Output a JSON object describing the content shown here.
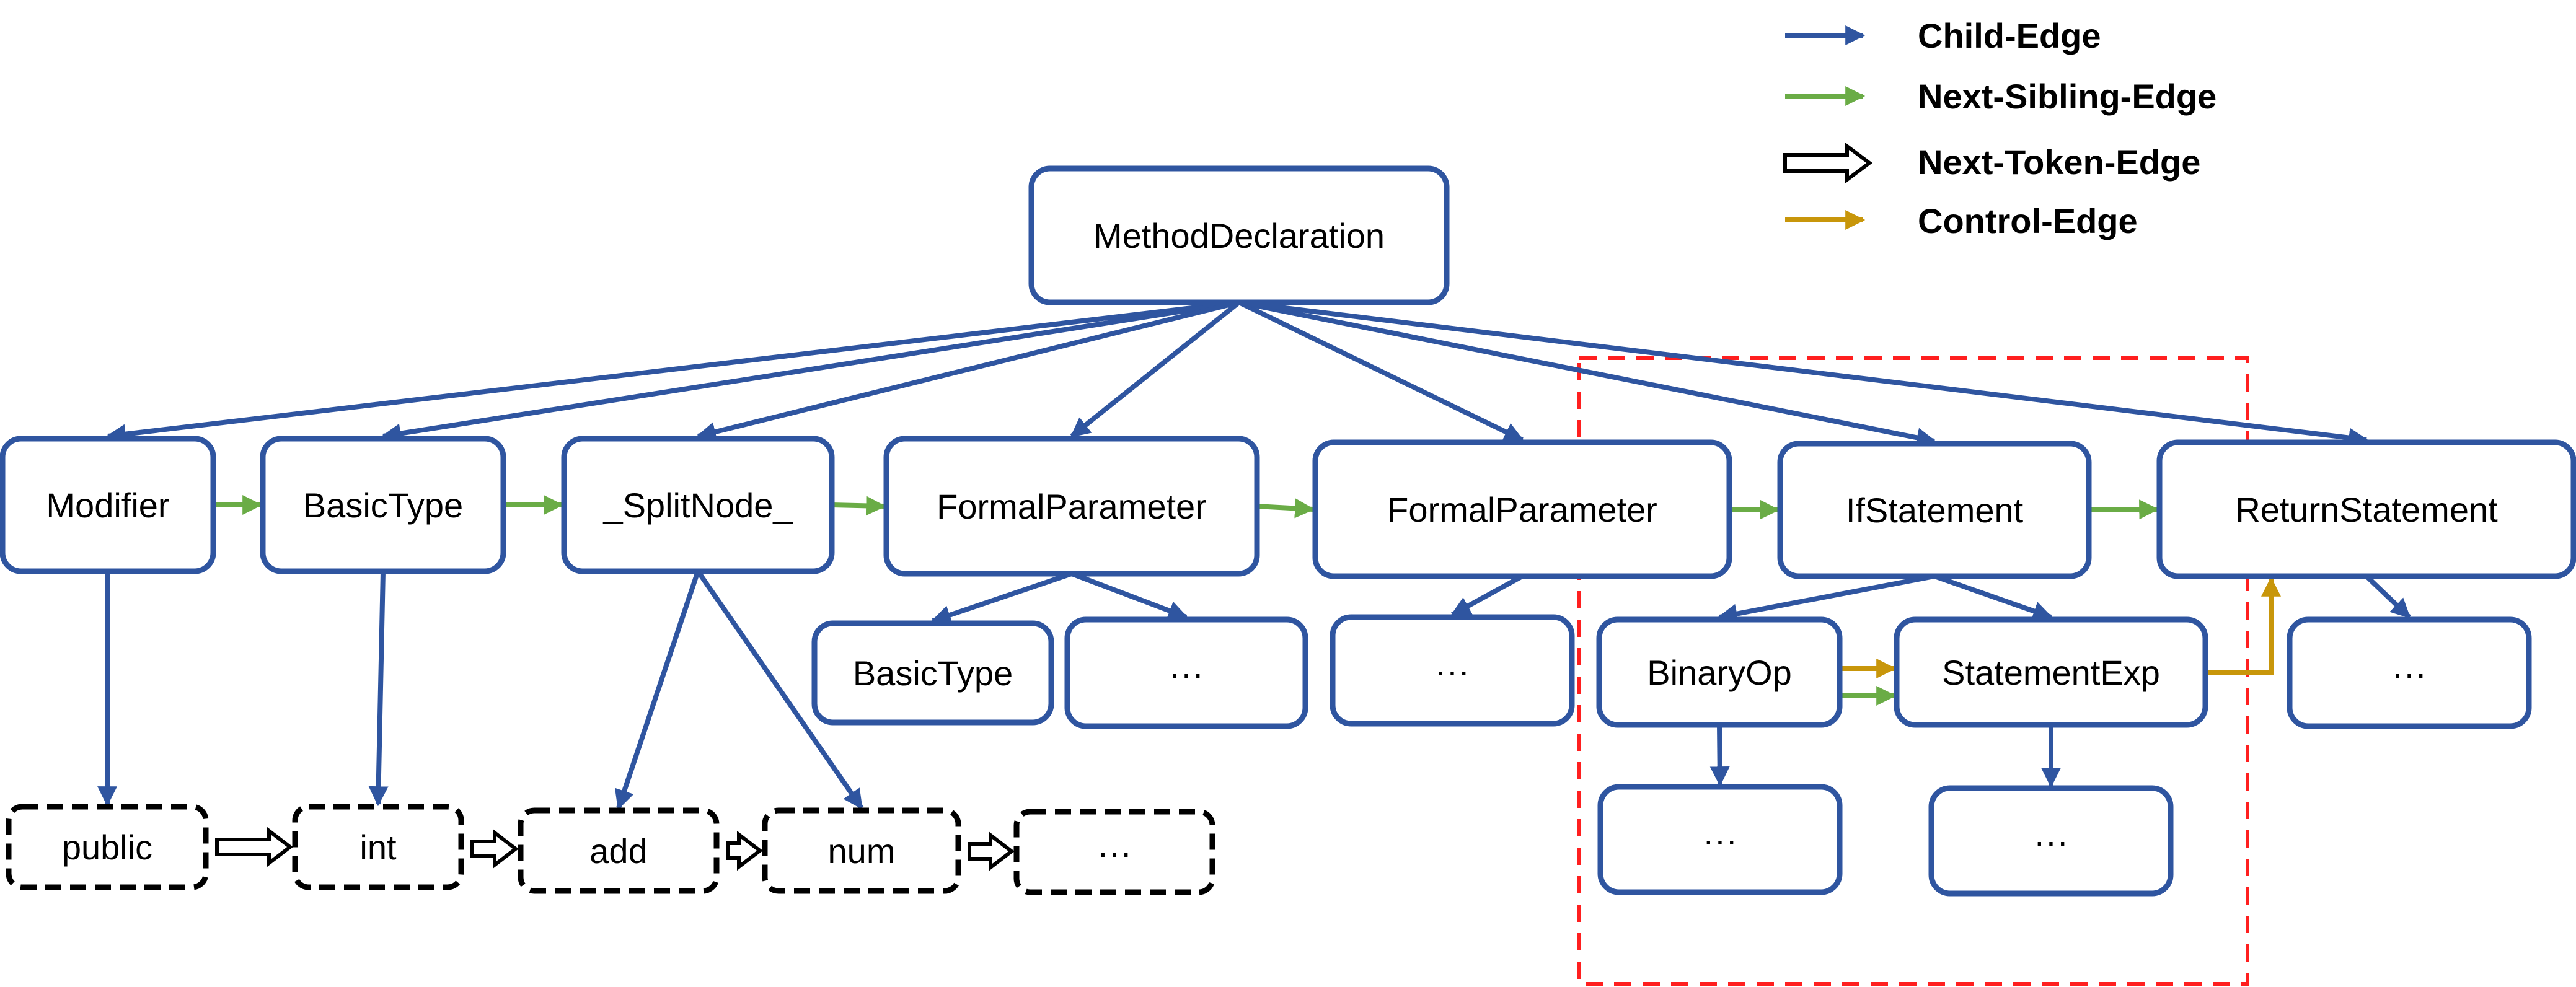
{
  "colors": {
    "child_edge": "#2f55a0",
    "next_sibling_edge": "#6aac46",
    "next_token_edge": "#000000",
    "control_edge": "#c8960a",
    "node_border": "#2f55a0",
    "token_border": "#000000",
    "highlight_box": "#ff1f1f"
  },
  "legend": [
    {
      "key": "child",
      "label": "Child-Edge"
    },
    {
      "key": "next_sibling",
      "label": "Next-Sibling-Edge"
    },
    {
      "key": "next_token",
      "label": "Next-Token-Edge"
    },
    {
      "key": "control",
      "label": "Control-Edge"
    }
  ],
  "nodes": [
    {
      "id": "method-declaration",
      "label": "MethodDeclaration",
      "kind": "ast"
    },
    {
      "id": "modifier",
      "label": "Modifier",
      "kind": "ast"
    },
    {
      "id": "basic-type",
      "label": "BasicType",
      "kind": "ast"
    },
    {
      "id": "split-node",
      "label": "_SplitNode_",
      "kind": "ast"
    },
    {
      "id": "formal-parameter-1",
      "label": "FormalParameter",
      "kind": "ast"
    },
    {
      "id": "formal-parameter-2",
      "label": "FormalParameter",
      "kind": "ast"
    },
    {
      "id": "if-statement",
      "label": "IfStatement",
      "kind": "ast"
    },
    {
      "id": "return-statement",
      "label": "ReturnStatement",
      "kind": "ast"
    },
    {
      "id": "fp1-basic-type",
      "label": "BasicType",
      "kind": "ast"
    },
    {
      "id": "fp1-ellipsis",
      "label": "···",
      "kind": "ast"
    },
    {
      "id": "fp2-ellipsis",
      "label": "···",
      "kind": "ast"
    },
    {
      "id": "binary-op",
      "label": "BinaryOp",
      "kind": "ast"
    },
    {
      "id": "statement-exp",
      "label": "StatementExp",
      "kind": "ast"
    },
    {
      "id": "return-ellipsis",
      "label": "···",
      "kind": "ast"
    },
    {
      "id": "binary-op-ellipsis",
      "label": "···",
      "kind": "ast"
    },
    {
      "id": "statement-exp-ellipsis",
      "label": "···",
      "kind": "ast"
    },
    {
      "id": "token-public",
      "label": "public",
      "kind": "token"
    },
    {
      "id": "token-int",
      "label": "int",
      "kind": "token"
    },
    {
      "id": "token-add",
      "label": "add",
      "kind": "token"
    },
    {
      "id": "token-num",
      "label": "num",
      "kind": "token"
    },
    {
      "id": "token-ellipsis",
      "label": "···",
      "kind": "token"
    }
  ],
  "edges": [
    {
      "from": "method-declaration",
      "to": "modifier",
      "type": "child"
    },
    {
      "from": "method-declaration",
      "to": "basic-type",
      "type": "child"
    },
    {
      "from": "method-declaration",
      "to": "split-node",
      "type": "child"
    },
    {
      "from": "method-declaration",
      "to": "formal-parameter-1",
      "type": "child"
    },
    {
      "from": "method-declaration",
      "to": "formal-parameter-2",
      "type": "child"
    },
    {
      "from": "method-declaration",
      "to": "if-statement",
      "type": "child"
    },
    {
      "from": "method-declaration",
      "to": "return-statement",
      "type": "child"
    },
    {
      "from": "modifier",
      "to": "basic-type",
      "type": "next_sibling"
    },
    {
      "from": "basic-type",
      "to": "split-node",
      "type": "next_sibling"
    },
    {
      "from": "split-node",
      "to": "formal-parameter-1",
      "type": "next_sibling"
    },
    {
      "from": "formal-parameter-1",
      "to": "formal-parameter-2",
      "type": "next_sibling"
    },
    {
      "from": "formal-parameter-2",
      "to": "if-statement",
      "type": "next_sibling"
    },
    {
      "from": "if-statement",
      "to": "return-statement",
      "type": "next_sibling"
    },
    {
      "from": "modifier",
      "to": "token-public",
      "type": "child"
    },
    {
      "from": "basic-type",
      "to": "token-int",
      "type": "child"
    },
    {
      "from": "split-node",
      "to": "token-add",
      "type": "child"
    },
    {
      "from": "split-node",
      "to": "token-num",
      "type": "child"
    },
    {
      "from": "formal-parameter-1",
      "to": "fp1-basic-type",
      "type": "child"
    },
    {
      "from": "formal-parameter-1",
      "to": "fp1-ellipsis",
      "type": "child"
    },
    {
      "from": "formal-parameter-2",
      "to": "fp2-ellipsis",
      "type": "child"
    },
    {
      "from": "if-statement",
      "to": "binary-op",
      "type": "child"
    },
    {
      "from": "if-statement",
      "to": "statement-exp",
      "type": "child"
    },
    {
      "from": "binary-op",
      "to": "statement-exp",
      "type": "control"
    },
    {
      "from": "binary-op",
      "to": "statement-exp",
      "type": "next_sibling"
    },
    {
      "from": "statement-exp",
      "to": "return-statement",
      "type": "control"
    },
    {
      "from": "return-statement",
      "to": "return-ellipsis",
      "type": "child"
    },
    {
      "from": "binary-op",
      "to": "binary-op-ellipsis",
      "type": "child"
    },
    {
      "from": "statement-exp",
      "to": "statement-exp-ellipsis",
      "type": "child"
    },
    {
      "from": "token-public",
      "to": "token-int",
      "type": "next_token"
    },
    {
      "from": "token-int",
      "to": "token-add",
      "type": "next_token"
    },
    {
      "from": "token-add",
      "to": "token-num",
      "type": "next_token"
    },
    {
      "from": "token-num",
      "to": "token-ellipsis",
      "type": "next_token"
    }
  ]
}
